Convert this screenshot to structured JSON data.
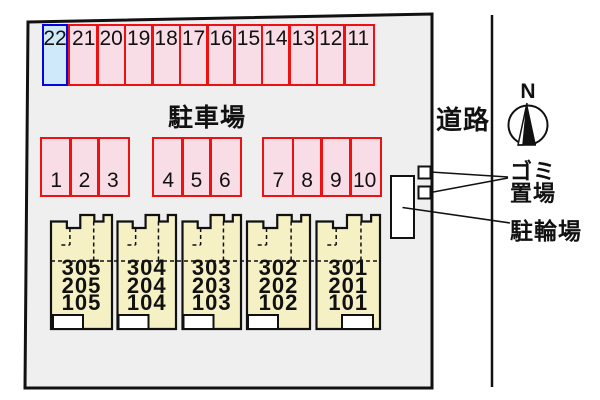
{
  "site_plan": {
    "parking_label": "駐車場",
    "road_label": "道路",
    "garbage_label_line1": "ゴミ",
    "garbage_label_line2": "置場",
    "bicycle_label": "駐輪場",
    "compass_north": "N",
    "top_row_spaces": [
      "22",
      "21",
      "20",
      "19",
      "18",
      "17",
      "16",
      "15",
      "14",
      "13",
      "12",
      "11"
    ],
    "middle_row_groups": [
      [
        "1",
        "2",
        "3"
      ],
      [
        "4",
        "5",
        "6"
      ],
      [
        "7",
        "8",
        "9",
        "10"
      ]
    ],
    "building_units": [
      [
        "305",
        "205",
        "105"
      ],
      [
        "304",
        "204",
        "104"
      ],
      [
        "303",
        "203",
        "103"
      ],
      [
        "302",
        "202",
        "102"
      ],
      [
        "301",
        "201",
        "101"
      ]
    ],
    "colors": {
      "space_fill_pink": "#f9dde6",
      "space_border_red": "#ee1111",
      "space22_fill_blue": "#cfe9fa",
      "space22_border_blue": "#0505e0",
      "building_fill": "#f6f1c5",
      "site_fill": "#efefef",
      "line_black": "#111111"
    }
  }
}
